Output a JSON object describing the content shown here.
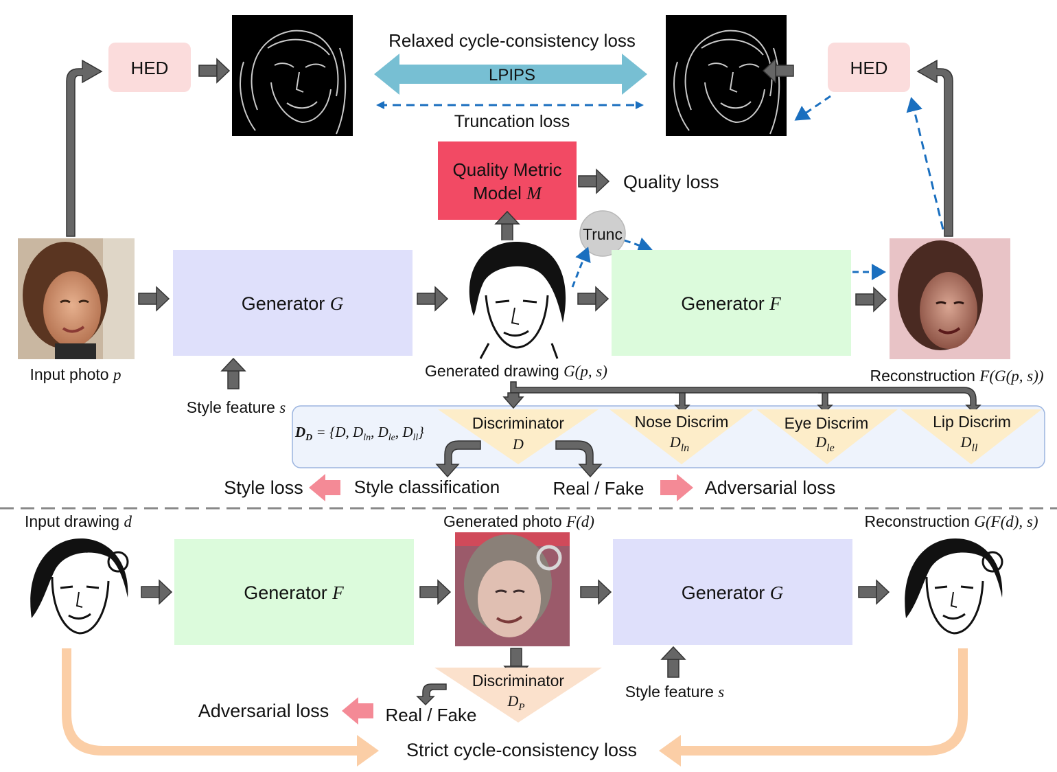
{
  "top": {
    "hed_left": "HED",
    "hed_right": "HED",
    "relaxed_loss": "Relaxed cycle-consistency loss",
    "lpips": "LPIPS",
    "truncation_loss": "Truncation loss",
    "quality_model_line1": "Quality Metric",
    "quality_model_line2": "Model",
    "quality_model_symbol": "M",
    "quality_loss": "Quality loss",
    "trunc": "Trunc",
    "generator_g": "Generator",
    "generator_g_symbol": "G",
    "generator_f": "Generator",
    "generator_f_symbol": "F",
    "input_photo": "Input photo",
    "input_photo_symbol": "p",
    "style_feature": "Style feature",
    "style_feature_symbol": "s",
    "generated_drawing": "Generated drawing",
    "generated_drawing_expr": "G(p, s)",
    "reconstruction": "Reconstruction",
    "reconstruction_expr": "F(G(p, s))"
  },
  "discriminators": {
    "set_formula": "Dᴅ = {D, Dln, Dle, Dll}",
    "set_symbol": "D",
    "set_sub": "D",
    "set_members": "= {D, D",
    "main_label": "Discriminator",
    "main_symbol": "D",
    "nose_label": "Nose Discrim",
    "nose_symbol": "D",
    "nose_sub": "ln",
    "eye_label": "Eye Discrim",
    "eye_symbol": "D",
    "eye_sub": "le",
    "lip_label": "Lip Discrim",
    "lip_symbol": "D",
    "lip_sub": "ll",
    "style_classification": "Style classification",
    "style_loss": "Style loss",
    "real_fake": "Real / Fake",
    "adversarial_loss": "Adversarial loss"
  },
  "bottom": {
    "input_drawing": "Input drawing",
    "input_drawing_symbol": "d",
    "generator_f": "Generator",
    "generator_f_symbol": "F",
    "generated_photo": "Generated photo",
    "generated_photo_expr": "F(d)",
    "generator_g": "Generator",
    "generator_g_symbol": "G",
    "reconstruction": "Reconstruction",
    "reconstruction_expr": "G(F(d), s)",
    "discriminator_label": "Discriminator",
    "discriminator_symbol": "D",
    "discriminator_sub": "P",
    "style_feature": "Style feature",
    "style_feature_symbol": "s",
    "real_fake": "Real / Fake",
    "adversarial_loss": "Adversarial loss",
    "strict_loss": "Strict cycle-consistency loss"
  },
  "colors": {
    "hed_box": "#fbdcdc",
    "generator_g_box": "#dfe0fb",
    "generator_f_box": "#dcfbdc",
    "quality_box": "#f24a64",
    "lpips_arrow": "#77bfd3",
    "dashed_arrow": "#1a6fbf",
    "discrim_panel": "#eef3fc",
    "discrim_triangle": "#fdedc9",
    "bottom_discrim_triangle": "#fbe1cc",
    "pink_arrow": "#f48a96",
    "orange_curve": "#fbc99c",
    "gray_arrow": "#666666"
  }
}
